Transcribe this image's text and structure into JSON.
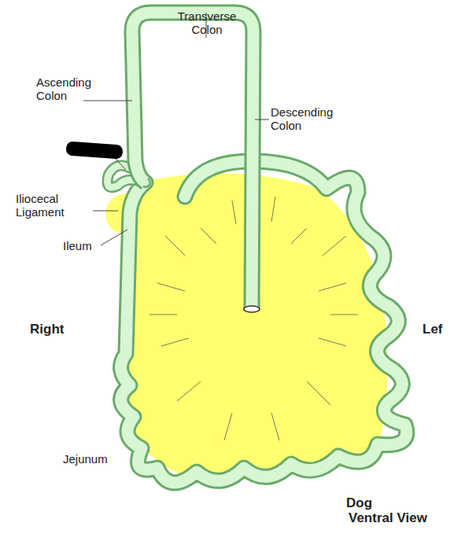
{
  "diagram": {
    "labels": [
      "Transverse Colon",
      "Ascending Colon",
      "Descending Colon",
      "Iliocecal Ligament",
      "Ileum",
      "Right",
      "Lef",
      "Jejunum",
      "Dog",
      "Ventral View"
    ]
  }
}
